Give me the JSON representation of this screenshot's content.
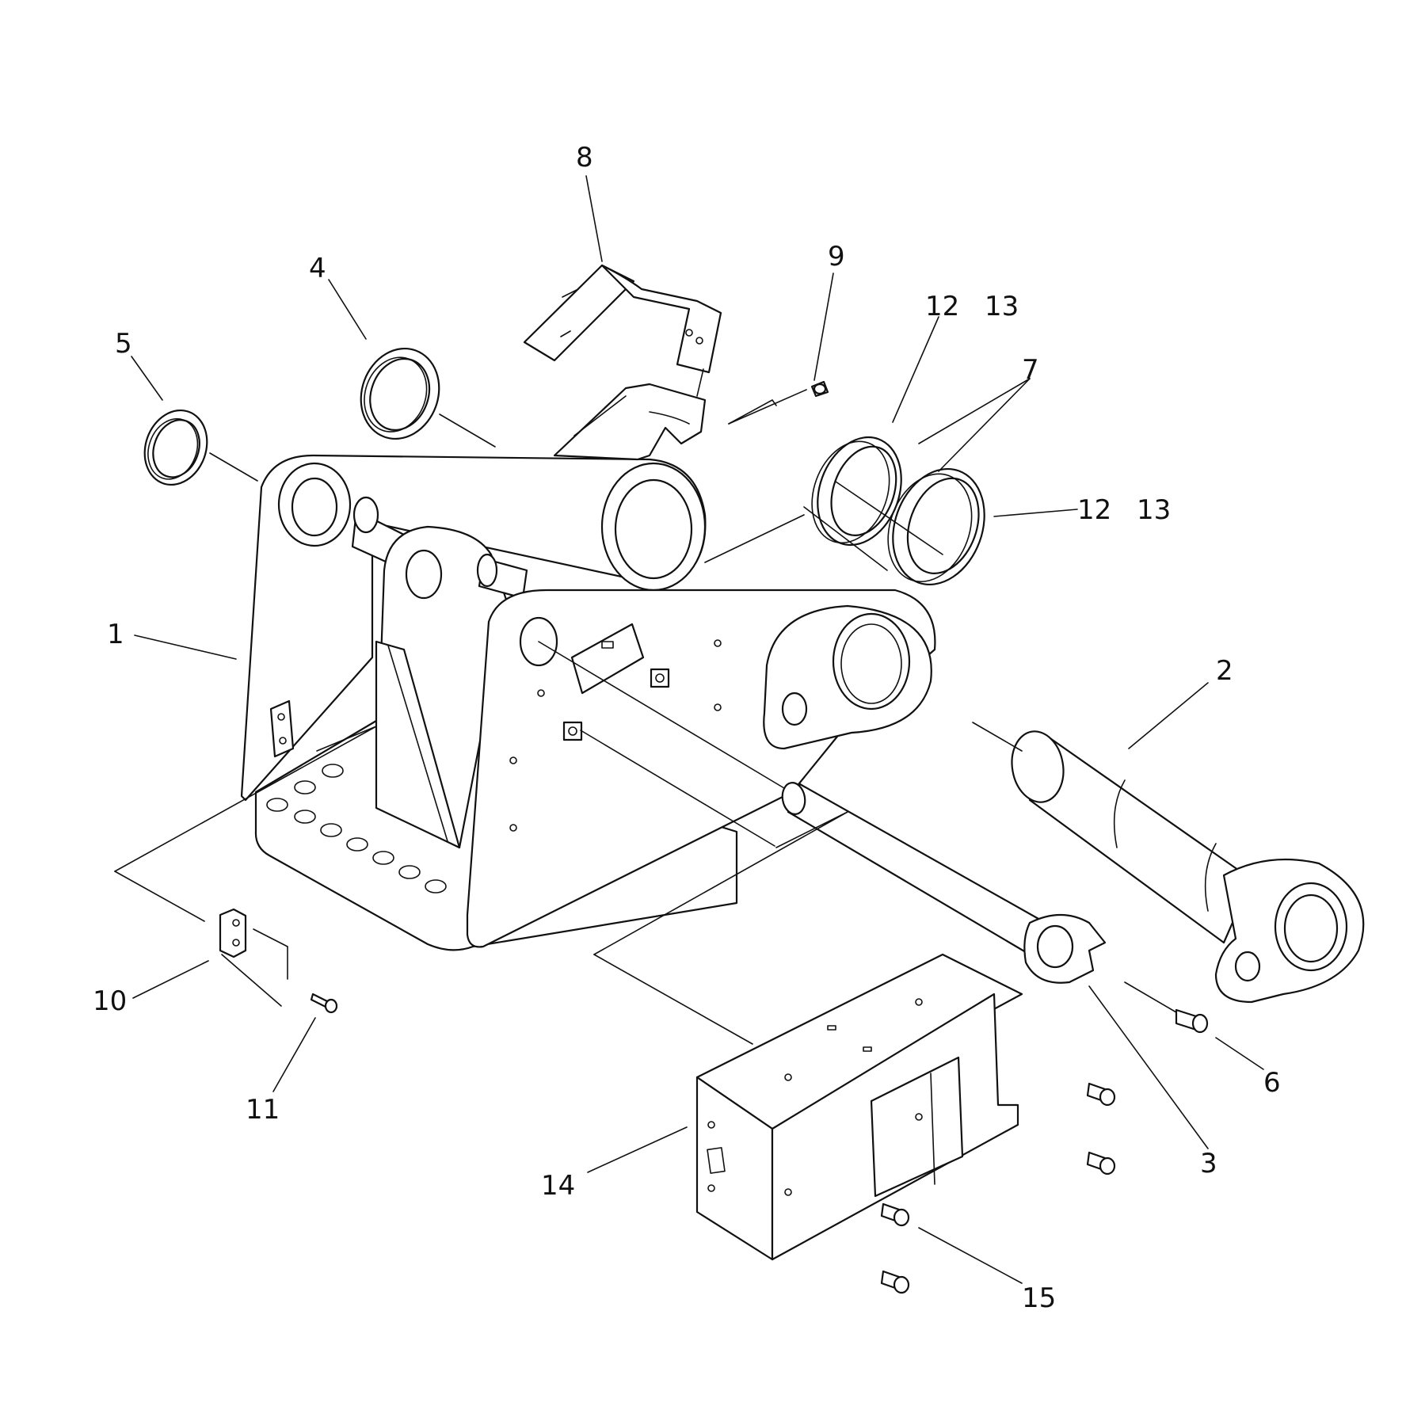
{
  "diagram": {
    "callouts": [
      {
        "id": "c1",
        "text": "1"
      },
      {
        "id": "c2",
        "text": "2"
      },
      {
        "id": "c3",
        "text": "3"
      },
      {
        "id": "c4",
        "text": "4"
      },
      {
        "id": "c5",
        "text": "5"
      },
      {
        "id": "c6",
        "text": "6"
      },
      {
        "id": "c7",
        "text": "7"
      },
      {
        "id": "c8",
        "text": "8"
      },
      {
        "id": "c9",
        "text": "9"
      },
      {
        "id": "c10",
        "text": "10"
      },
      {
        "id": "c11",
        "text": "11"
      },
      {
        "id": "c12a",
        "text": "12"
      },
      {
        "id": "c13a",
        "text": "13"
      },
      {
        "id": "c12b",
        "text": "12"
      },
      {
        "id": "c13b",
        "text": "13"
      },
      {
        "id": "c14",
        "text": "14"
      },
      {
        "id": "c15",
        "text": "15"
      }
    ]
  }
}
